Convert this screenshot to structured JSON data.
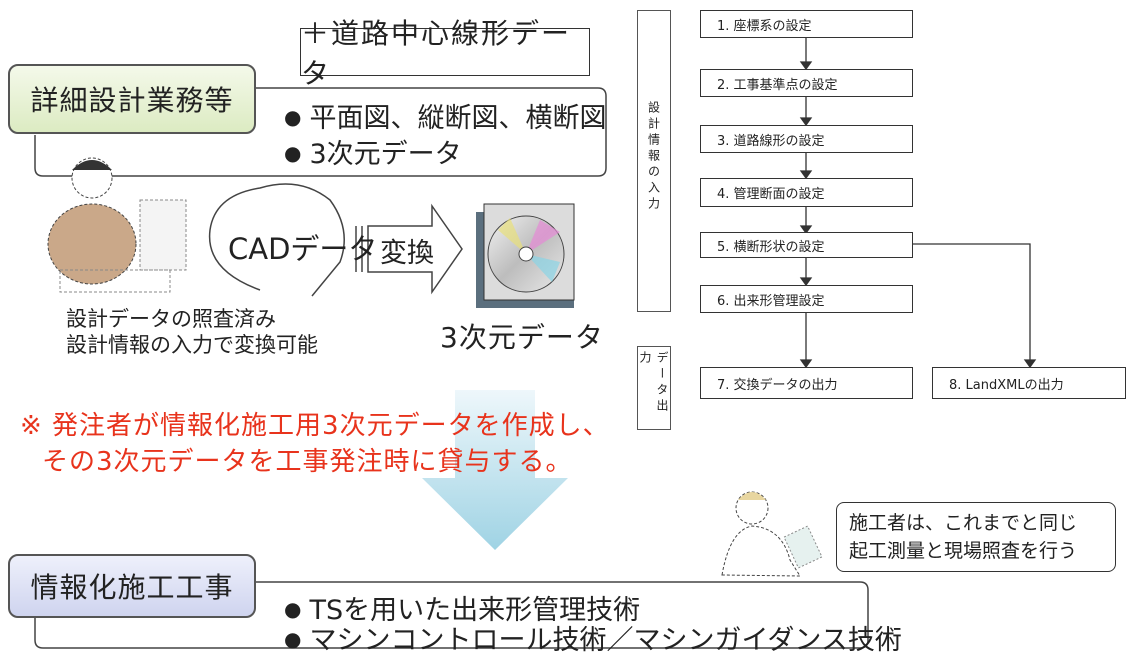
{
  "design": {
    "label": "詳細設計業務等",
    "road_box": "＋道路中心線形データ",
    "bullets": [
      "平面図、縦断図、横断図",
      "3次元データ"
    ],
    "cad_label": "CADデータ",
    "convert_label": "変換",
    "notes": [
      "設計データの照査済み",
      "設計情報の入力で変換可能"
    ],
    "output_label": "3次元データ"
  },
  "notice": {
    "lines": [
      "※ 発注者が情報化施工用3次元データを作成し、",
      "その3次元データを工事発注時に貸与する。"
    ]
  },
  "flow": {
    "input_label": "設計情報の入力",
    "output_label": "データ出力",
    "steps": [
      "1. 座標系の設定",
      "2. 工事基準点の設定",
      "3. 道路線形の設定",
      "4. 管理断面の設定",
      "5. 横断形状の設定",
      "6. 出来形管理設定",
      "7. 交換データの出力"
    ],
    "side_step": "8. LandXMLの出力"
  },
  "construction": {
    "label": "情報化施工工事",
    "bullets": [
      "TSを用いた出来形管理技術",
      "マシンコントロール技術／マシンガイダンス技術"
    ],
    "speech": [
      "施工者は、これまでと同じ",
      "起工測量と現場照査を行う"
    ]
  },
  "colors": {
    "notice": "#e8331c",
    "arrow": "#a9d8e6",
    "design_tag": "#dcebc2",
    "construction_tag": "#cfd4ef"
  }
}
